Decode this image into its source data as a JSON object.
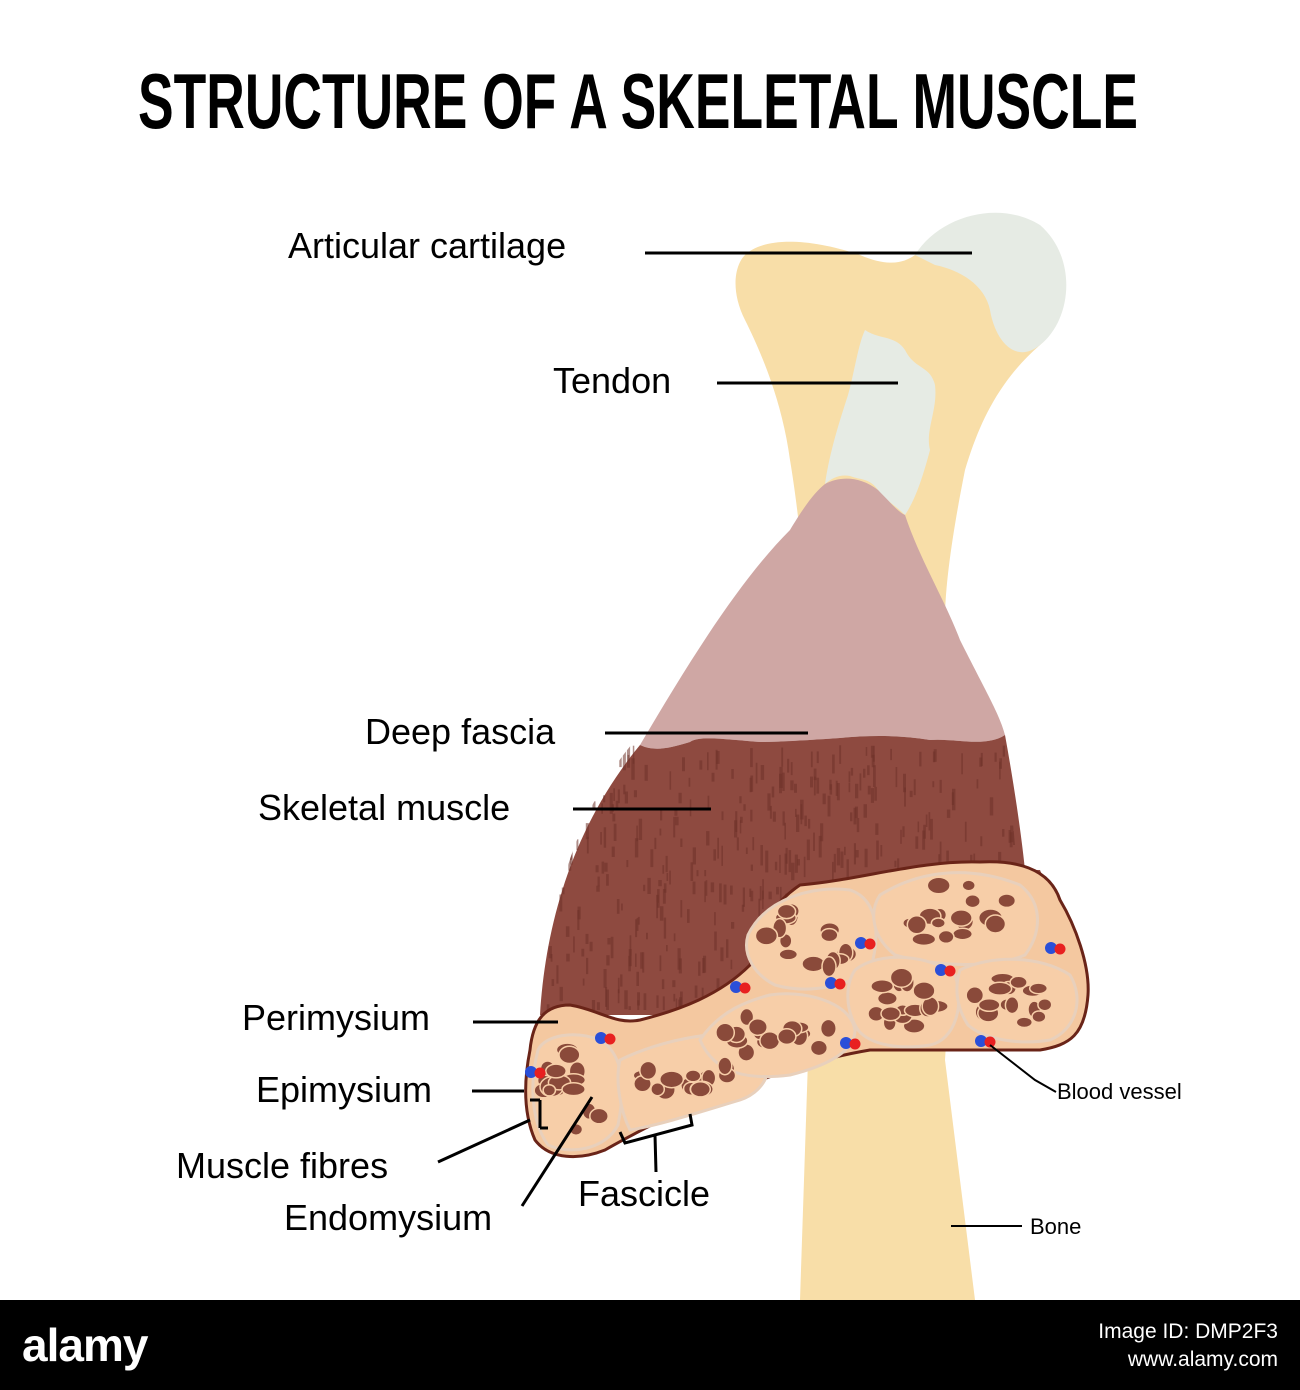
{
  "title": "STRUCTURE OF A SKELETAL MUSCLE",
  "labels": {
    "articular_cartilage": "Articular cartilage",
    "tendon": "Tendon",
    "deep_fascia": "Deep fascia",
    "skeletal_muscle": "Skeletal muscle",
    "perimysium": "Perimysium",
    "epimysium": "Epimysium",
    "muscle_fibres": "Muscle fibres",
    "endomysium": "Endomysium",
    "fascicle": "Fascicle",
    "blood_vessel": "Blood vessel",
    "bone": "Bone"
  },
  "colors": {
    "bone": "#f8dea8",
    "cartilage": "#e6ebe4",
    "deep_fascia": "#cfa7a4",
    "muscle": "#8e4a40",
    "muscle_texture": "#6e3228",
    "section_fill": "#f4c8a0",
    "fibre": "#8a4a3a",
    "vessel_blue": "#2a4fd8",
    "vessel_red": "#e82020"
  },
  "footer": {
    "logo": "alamy",
    "image_id_label": "Image ID: DMP2F3",
    "site": "www.alamy.com"
  }
}
